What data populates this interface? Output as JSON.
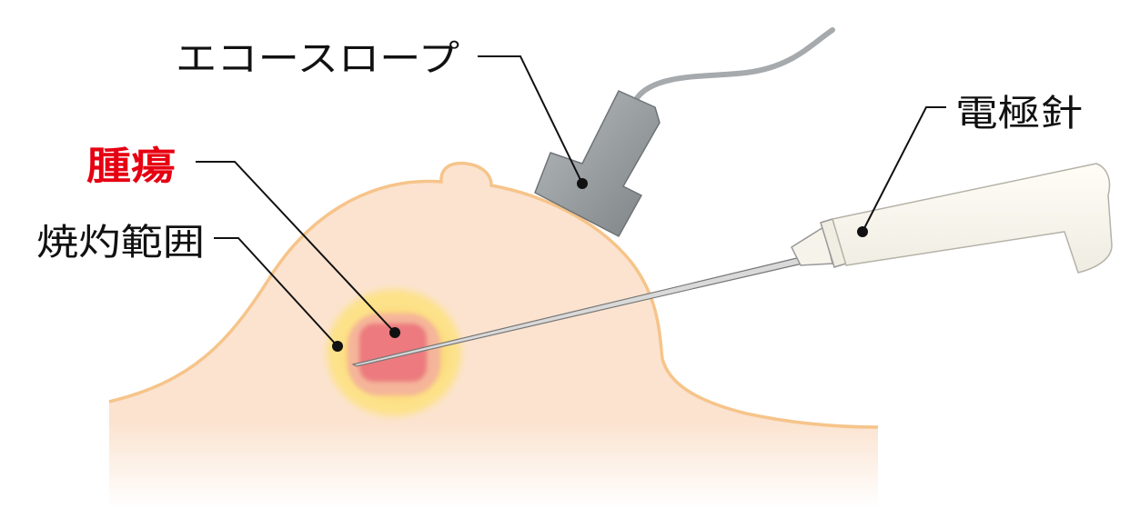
{
  "labels": {
    "probe": "エコースロープ",
    "needle": "電極針",
    "tumor": "腫瘍",
    "ablation_zone": "焼灼範囲"
  },
  "colors": {
    "skin_fill": "#fbe3d0",
    "skin_outline": "#f6c48a",
    "tumor_label": "#e60012",
    "tumor": "#ec7a7e",
    "ablation_inner": "#f5b59a",
    "ablation_outer": "#fde28a",
    "probe": "#8e9396"
  }
}
